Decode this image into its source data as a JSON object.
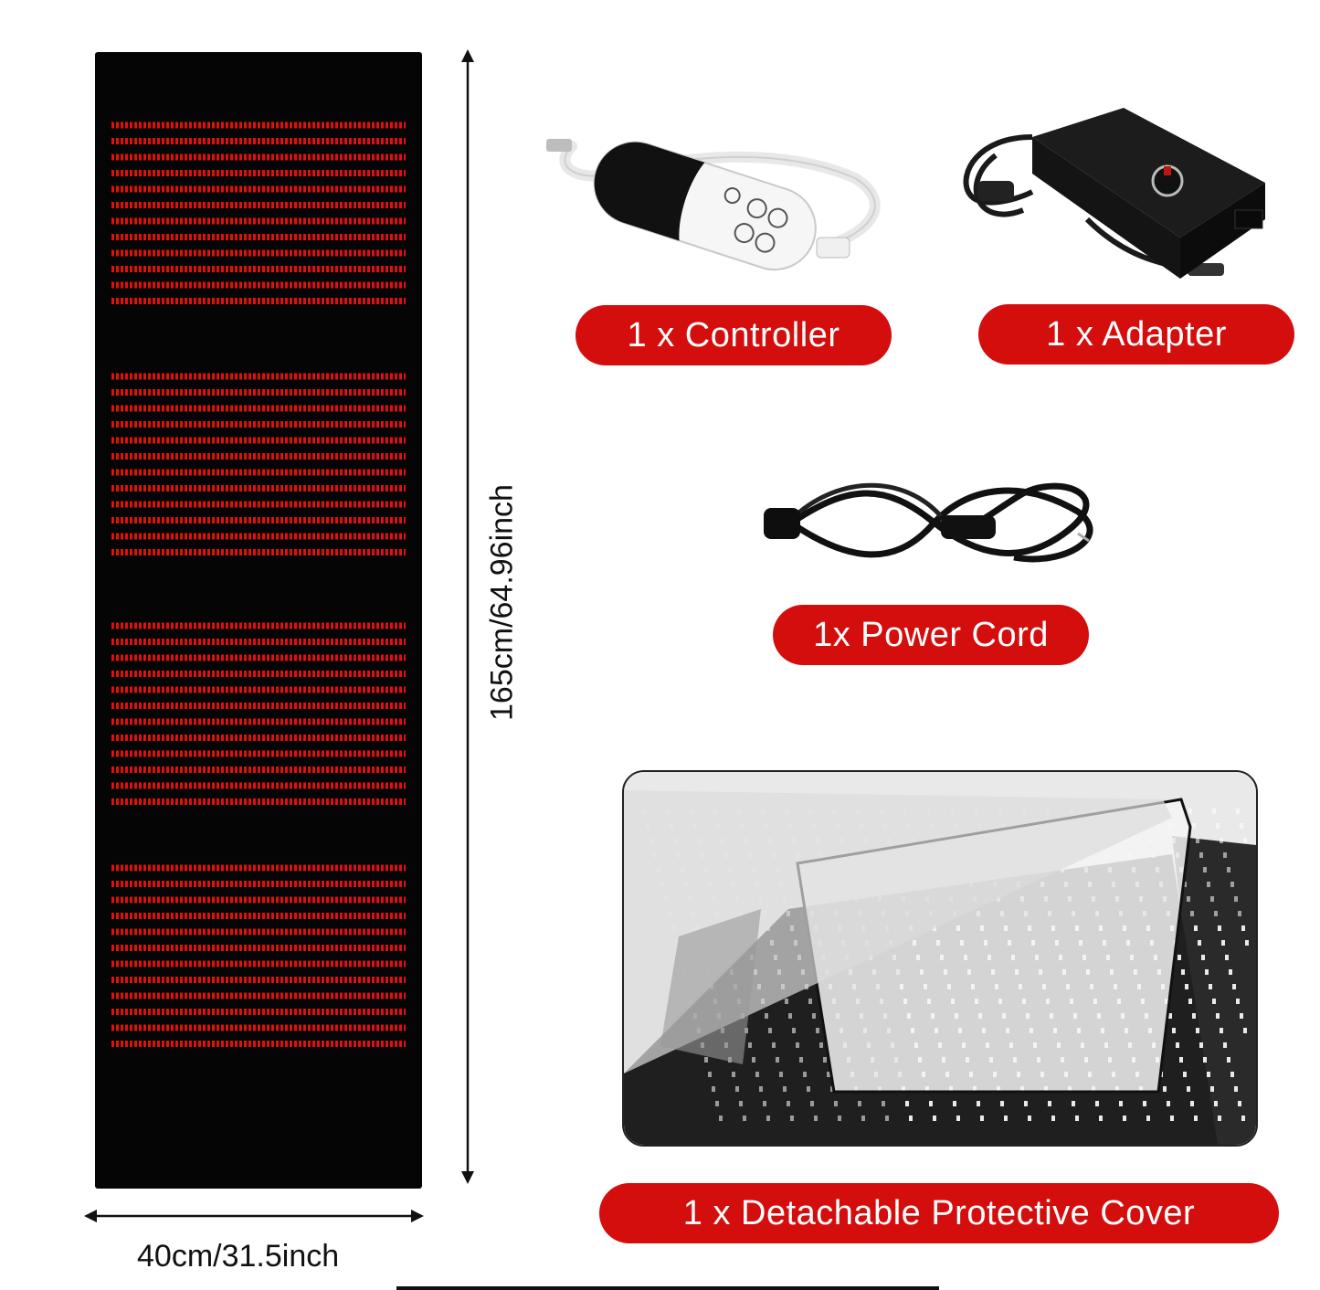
{
  "dimensions": {
    "width_label": "40cm/31.5inch",
    "height_label": "165cm/64.96inch"
  },
  "items": {
    "controller": "1 x Controller",
    "adapter": "1 x Adapter",
    "power_cord": "1x Power Cord",
    "cover": "1 x Detachable Protective Cover"
  },
  "colors": {
    "pill_red": "#d40d0d",
    "led_red": "#e0100c",
    "mat_black": "#050505"
  },
  "icons": [
    "led-mat-image",
    "controller-image",
    "adapter-image",
    "power-cord-image",
    "protective-cover-image",
    "dimension-arrow"
  ]
}
